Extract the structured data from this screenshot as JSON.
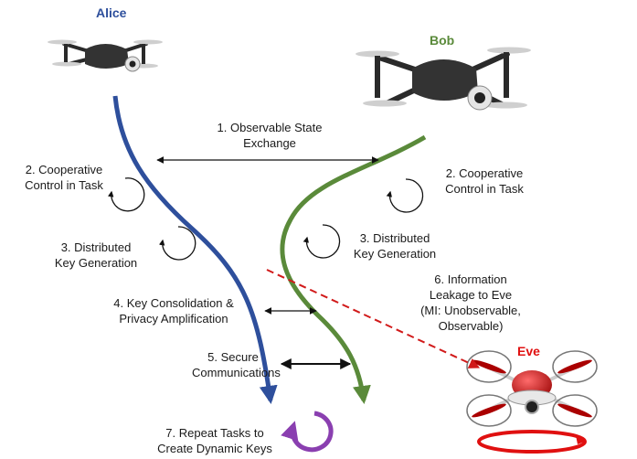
{
  "agents": {
    "alice": {
      "name": "Alice",
      "color": "#2e4f9c"
    },
    "bob": {
      "name": "Bob",
      "color": "#5a8a3a"
    },
    "eve": {
      "name": "Eve",
      "color": "#e01010"
    }
  },
  "steps": {
    "observable_state": "1. Observable State\nExchange",
    "coop_left": "2. Cooperative\nControl in Task",
    "coop_right": "2. Cooperative\nControl in Task",
    "keygen_left": "3. Distributed\nKey Generation",
    "keygen_right": "3. Distributed\nKey Generation",
    "consolidation": "4. Key Consolidation &\nPrivacy Amplification",
    "secure_comm": "5. Secure\nCommunications",
    "leakage": "6. Information\nLeakage to Eve\n(MI: Unobservable,\nObservable)",
    "repeat": "7. Repeat Tasks to\nCreate Dynamic Keys"
  },
  "colors": {
    "arrow_black": "#111111",
    "leak_dashed": "#d11a1a",
    "repeat_cycle": "#8a3fb0"
  },
  "icons": {
    "drone": "quadcopter-drone-icon",
    "cycle": "circular-arrow-icon"
  }
}
